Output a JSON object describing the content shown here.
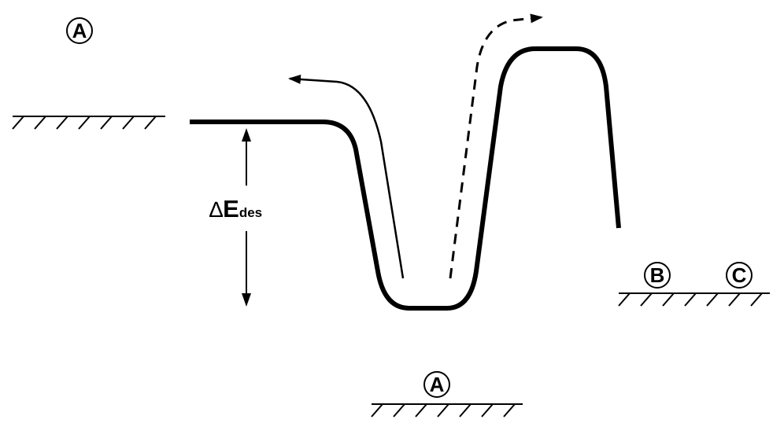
{
  "labels": {
    "species_a_gas": "A",
    "species_a_adsorbed": "A",
    "species_b": "B",
    "species_c": "C",
    "delta_symbol": "∆",
    "energy_symbol": "E",
    "energy_subscript": "des"
  },
  "colors": {
    "ink": "#000000",
    "background": "#ffffff"
  }
}
